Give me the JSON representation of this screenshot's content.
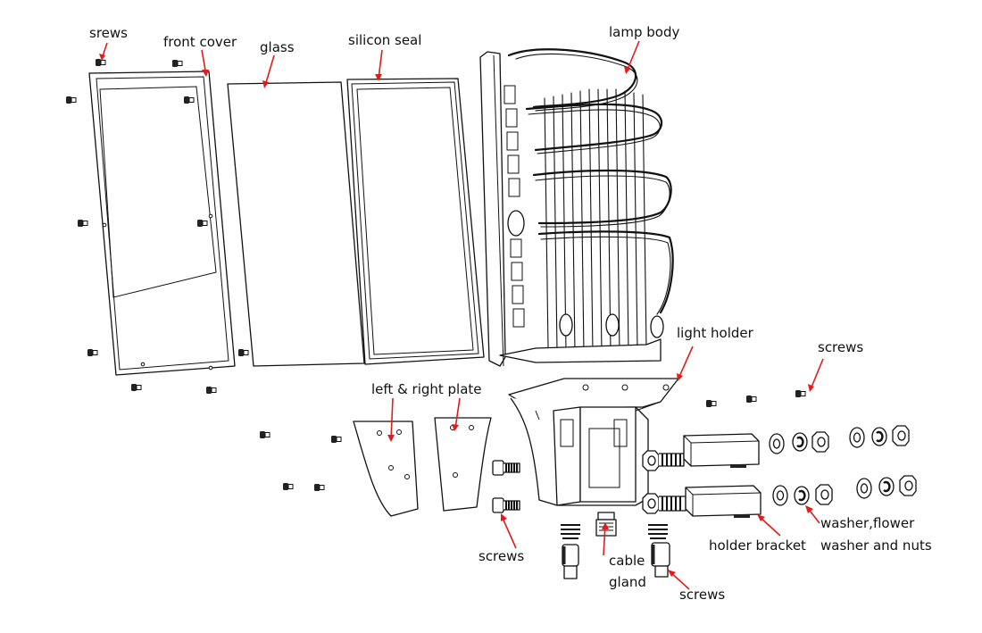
{
  "labels": {
    "srews": "srews",
    "front_cover": "front cover",
    "glass": "glass",
    "silicon_seal": "silicon seal",
    "lamp_body": "lamp body",
    "light_holder": "light holder",
    "screws_top": "screws",
    "left_right_plate": "left & right plate",
    "screws_left": "screws",
    "cable": "cable",
    "gland": "gland",
    "screws_bottom": "screws",
    "holder_bracket": "holder bracket",
    "washer_flower": "washer,flower",
    "washer_nuts": "washer and nuts"
  },
  "colors": {
    "arrow": "#e31b1b",
    "line": "#111111"
  }
}
